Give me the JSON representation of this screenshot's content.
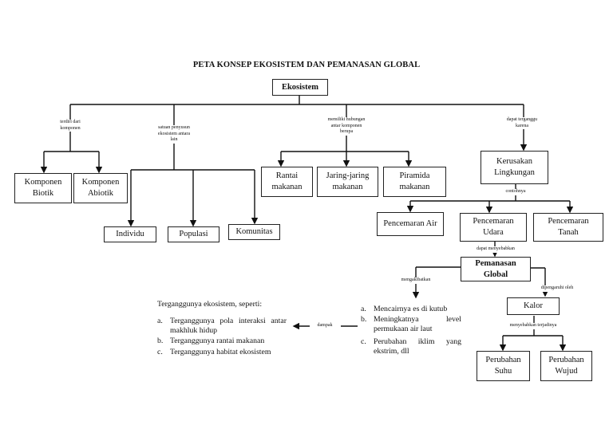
{
  "title": "PETA KONSEP EKOSISTEM DAN PEMANASAN GLOBAL",
  "nodes": {
    "ekosistem": "Ekosistem",
    "komponen_biotik": "Komponen\nBiotik",
    "komponen_abiotik": "Komponen\nAbiotik",
    "individu": "Individu",
    "populasi": "Populasi",
    "komunitas": "Komunitas",
    "rantai_makanan": "Rantai\nmakanan",
    "jaring_jaring_makanan": "Jaring-jaring\nmakanan",
    "piramida_makanan": "Piramida\nmakanan",
    "kerusakan_lingkungan": "Kerusakan\nLingkungan",
    "pencemaran_air": "Pencemaran Air",
    "pencemaran_udara": "Pencemaran\nUdara",
    "pencemaran_tanah": "Pencemaran\nTanah",
    "pemanasan_global": "Pemanasan\nGlobal",
    "kalor": "Kalor",
    "perubahan_suhu": "Perubahan\nSuhu",
    "perubahan_wujud": "Perubahan\nWujud"
  },
  "links": {
    "terdiri_dari_komponen": "terdiri dari\nkomponen",
    "satuan_penyusun": "satuan penyusun\nekosistem antara\nlain",
    "memiliki_hubungan": "memiliki hubungan\nantar komponen\nberupa",
    "dapat_terganggu": "dapat terganggu\nkarena",
    "contohnya": "contohnya",
    "dapat_menyebabkan": "dapat menyebabkan",
    "mengakibatkan": "mengakibatkan",
    "dipengaruhi_oleh": "dipengaruhi oleh",
    "menyebabkan_terjadinya": "menyebabkan terjadinya",
    "dampak": "dampak"
  },
  "effects": {
    "items": [
      {
        "marker": "a.",
        "text": "Mencairnya es di kutub"
      },
      {
        "marker": "b.",
        "text": "Meningkatnya level permukaan air laut"
      },
      {
        "marker": "c.",
        "text": "Perubahan iklim yang ekstrim, dll"
      }
    ]
  },
  "disruption": {
    "heading": "Terganggunya ekosistem, seperti:",
    "items": [
      {
        "marker": "a.",
        "text": "Terganggunya pola interaksi antar makhluk hidup"
      },
      {
        "marker": "b.",
        "text": "Terganggunya rantai makanan"
      },
      {
        "marker": "c.",
        "text": "Terganggunya habitat ekosistem"
      }
    ]
  }
}
